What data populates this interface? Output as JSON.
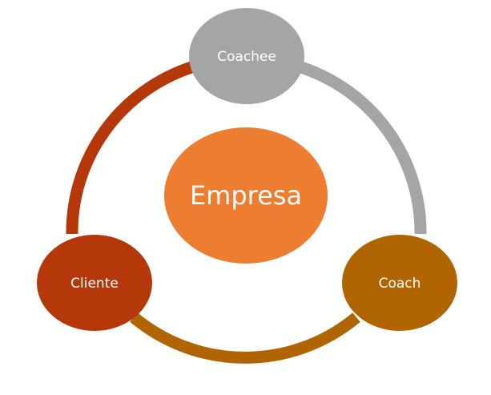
{
  "diagram": {
    "center": {
      "label": "Empresa",
      "color": "#ED7D31"
    },
    "nodes": [
      {
        "id": "coachee",
        "label": "Coachee",
        "color": "#A5A5A5"
      },
      {
        "id": "coach",
        "label": "Coach",
        "color": "#B06500"
      },
      {
        "id": "cliente",
        "label": "Cliente",
        "color": "#B5380A"
      }
    ],
    "arcs": [
      {
        "from": "coachee",
        "to": "coach",
        "color": "#A5A5A5"
      },
      {
        "from": "coach",
        "to": "cliente",
        "color": "#B06500"
      },
      {
        "from": "cliente",
        "to": "coachee",
        "color": "#B5380A"
      }
    ]
  }
}
